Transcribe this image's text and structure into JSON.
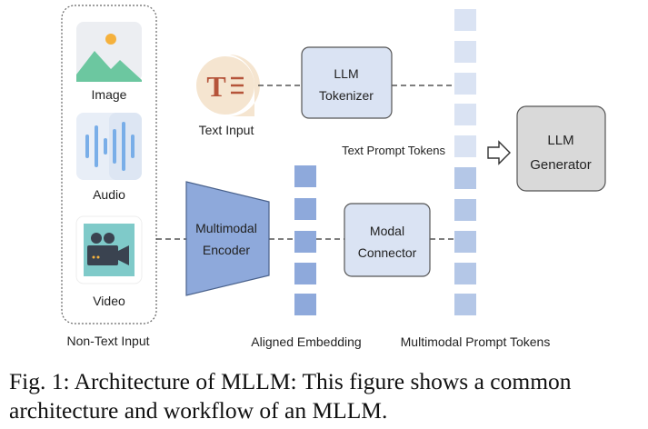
{
  "inputs": {
    "group_label": "Non-Text Input",
    "image_label": "Image",
    "audio_label": "Audio",
    "video_label": "Video",
    "text_label": "Text Input"
  },
  "blocks": {
    "encoder_line1": "Multimodal",
    "encoder_line2": "Encoder",
    "tokenizer_line1": "LLM",
    "tokenizer_line2": "Tokenizer",
    "connector_line1": "Modal",
    "connector_line2": "Connector",
    "generator_line1": "LLM",
    "generator_line2": "Generator"
  },
  "labels": {
    "aligned_embedding": "Aligned Embedding",
    "text_prompt_tokens": "Text Prompt Tokens",
    "multimodal_prompt_tokens": "Multimodal Prompt Tokens"
  },
  "caption": {
    "line1": "Fig. 1: Architecture of MLLM: This figure shows a common",
    "line2": "architecture and workflow of an MLLM."
  },
  "colors": {
    "encoder": "#8ea9db",
    "block_blue": "#dae3f3",
    "generator": "#d9d9d9",
    "token_light": "#dae3f3",
    "token_mid": "#b4c7e7",
    "token_dark": "#8ea9db"
  }
}
